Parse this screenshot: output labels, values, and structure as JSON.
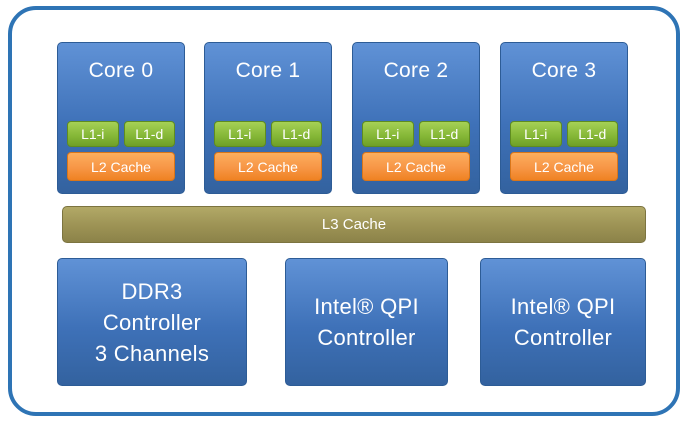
{
  "diagram": {
    "cores": [
      {
        "title": "Core 0",
        "l1i": "L1-i",
        "l1d": "L1-d",
        "l2": "L2 Cache"
      },
      {
        "title": "Core 1",
        "l1i": "L1-i",
        "l1d": "L1-d",
        "l2": "L2 Cache"
      },
      {
        "title": "Core 2",
        "l1i": "L1-i",
        "l1d": "L1-d",
        "l2": "L2 Cache"
      },
      {
        "title": "Core 3",
        "l1i": "L1-i",
        "l1d": "L1-d",
        "l2": "L2 Cache"
      }
    ],
    "l3_label": "L3 Cache",
    "controllers": [
      {
        "lines": [
          "DDR3",
          "Controller",
          "3 Channels"
        ]
      },
      {
        "lines": [
          "Intel® QPI",
          "Controller"
        ]
      },
      {
        "lines": [
          "Intel® QPI",
          "Controller"
        ]
      }
    ],
    "colors": {
      "core_blue": "#3E71B8",
      "l1_green": "#84B636",
      "l2_orange": "#F79646",
      "l3_olive": "#9C9254",
      "frame_blue": "#2E74B5"
    }
  }
}
